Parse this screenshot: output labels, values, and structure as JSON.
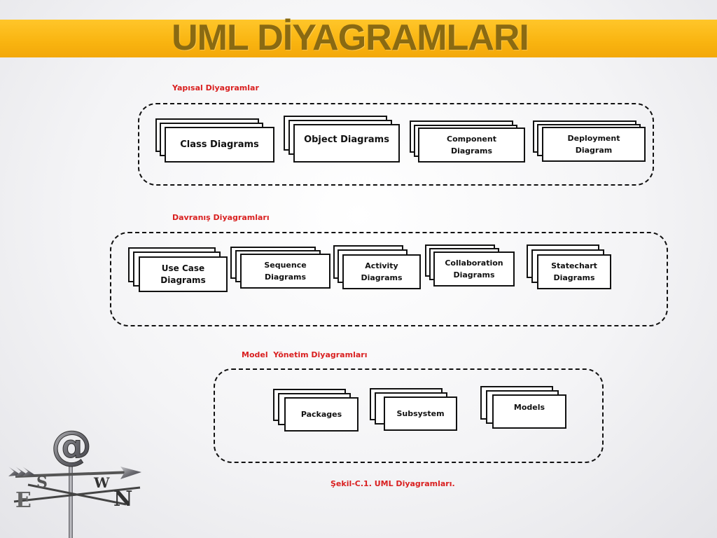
{
  "title": "UML DİYAGRAMLARI",
  "sections": {
    "structural": {
      "label": "Yapısal Diyagramlar",
      "items": [
        "Class Diagrams",
        "Object Diagrams",
        "Component\nDiagrams",
        "Deployment\nDiagram"
      ]
    },
    "behavioral": {
      "label": "Davranış Diyagramları",
      "items": [
        "Use Case\nDiagrams",
        "Sequence\nDiagrams",
        "Activity\nDiagrams",
        "Collaboration\nDiagrams",
        "Statechart\nDiagrams"
      ]
    },
    "model_management": {
      "label": "Model  Yönetim Diyagramları",
      "items": [
        "Packages",
        "Subsystem",
        "Models"
      ]
    }
  },
  "caption": "Şekil-C.1. UML Diyagramları.",
  "weathervane": {
    "emblem": "@",
    "directions": [
      "S",
      "W",
      "E",
      "N"
    ]
  },
  "colors": {
    "title_bar": "#f9b410",
    "title_text": "#8a6a12",
    "section_label": "#d92020",
    "box_border": "#111111"
  }
}
